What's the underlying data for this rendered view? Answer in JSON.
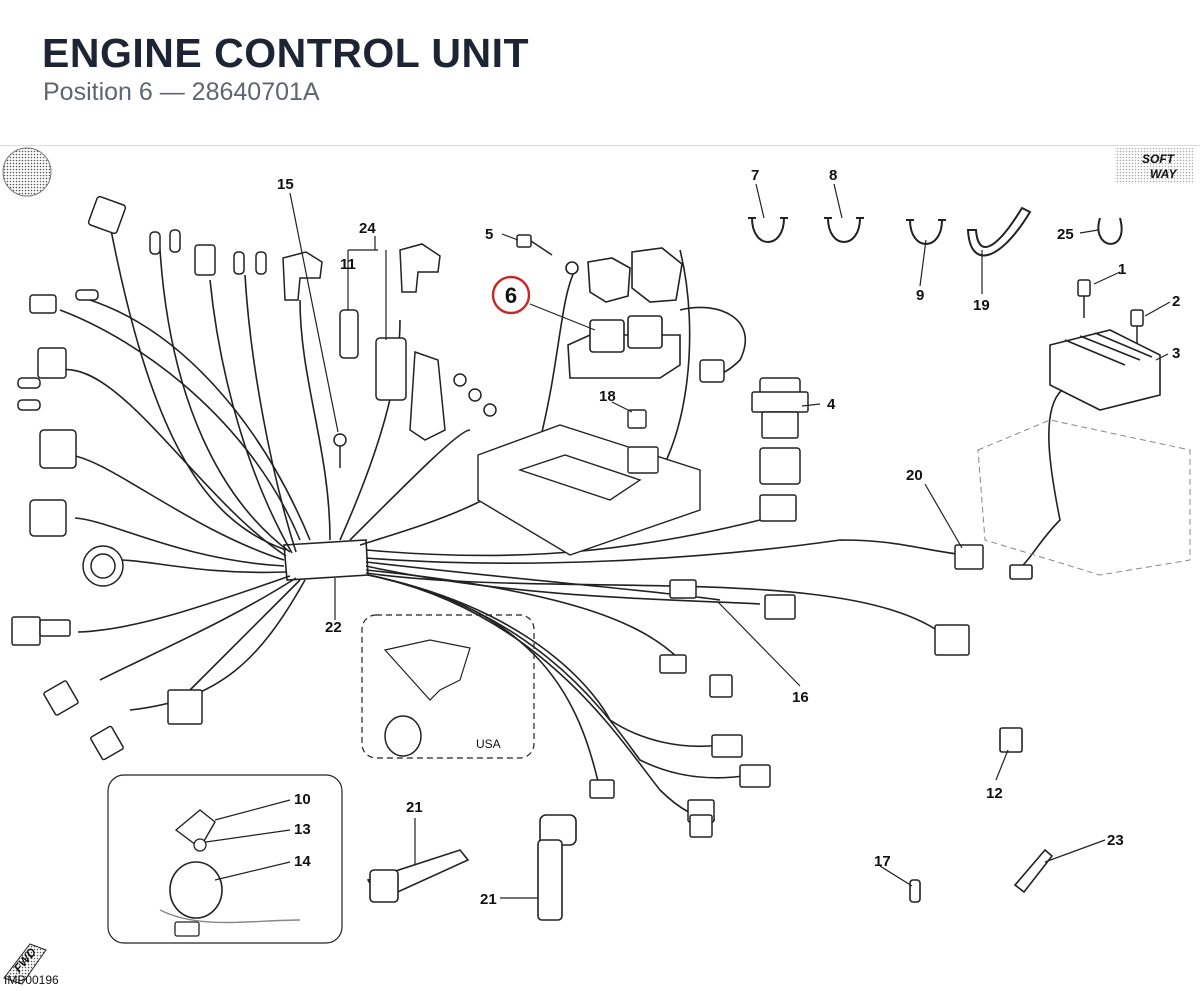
{
  "header": {
    "title": "ENGINE CONTROL UNIT",
    "subtitle": "Position 6 — 28640701A"
  },
  "diagram": {
    "highlight_color": "#c62828",
    "highlighted_part": "6",
    "part_labels": {
      "p1": "1",
      "p2": "2",
      "p3": "3",
      "p4": "4",
      "p5": "5",
      "p6": "6",
      "p7": "7",
      "p8": "8",
      "p9": "9",
      "p10": "10",
      "p11": "11",
      "p12": "12",
      "p13": "13",
      "p14": "14",
      "p15": "15",
      "p16": "16",
      "p17": "17",
      "p18": "18",
      "p19": "19",
      "p20": "20",
      "p21a": "21",
      "p21b": "21",
      "p22": "22",
      "p23": "23",
      "p24": "24",
      "p25": "25"
    },
    "usa_label": "USA",
    "fwd_label": "FWD",
    "brand_top": "SOFT",
    "brand_bottom": "WAY",
    "drawing_code": "IMP00196"
  }
}
